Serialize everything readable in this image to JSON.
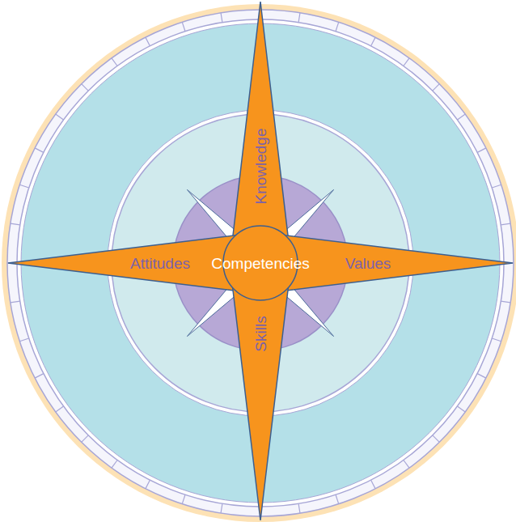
{
  "diagram": {
    "nodes": [
      {
        "text": [
          "Knowledge"
        ]
      },
      {
        "text": [
          "Attitudes"
        ]
      },
      {
        "text": [
          "Competencies"
        ]
      },
      {
        "text": [
          "Values"
        ]
      },
      {
        "text": [
          "Skills"
        ]
      }
    ]
  }
}
